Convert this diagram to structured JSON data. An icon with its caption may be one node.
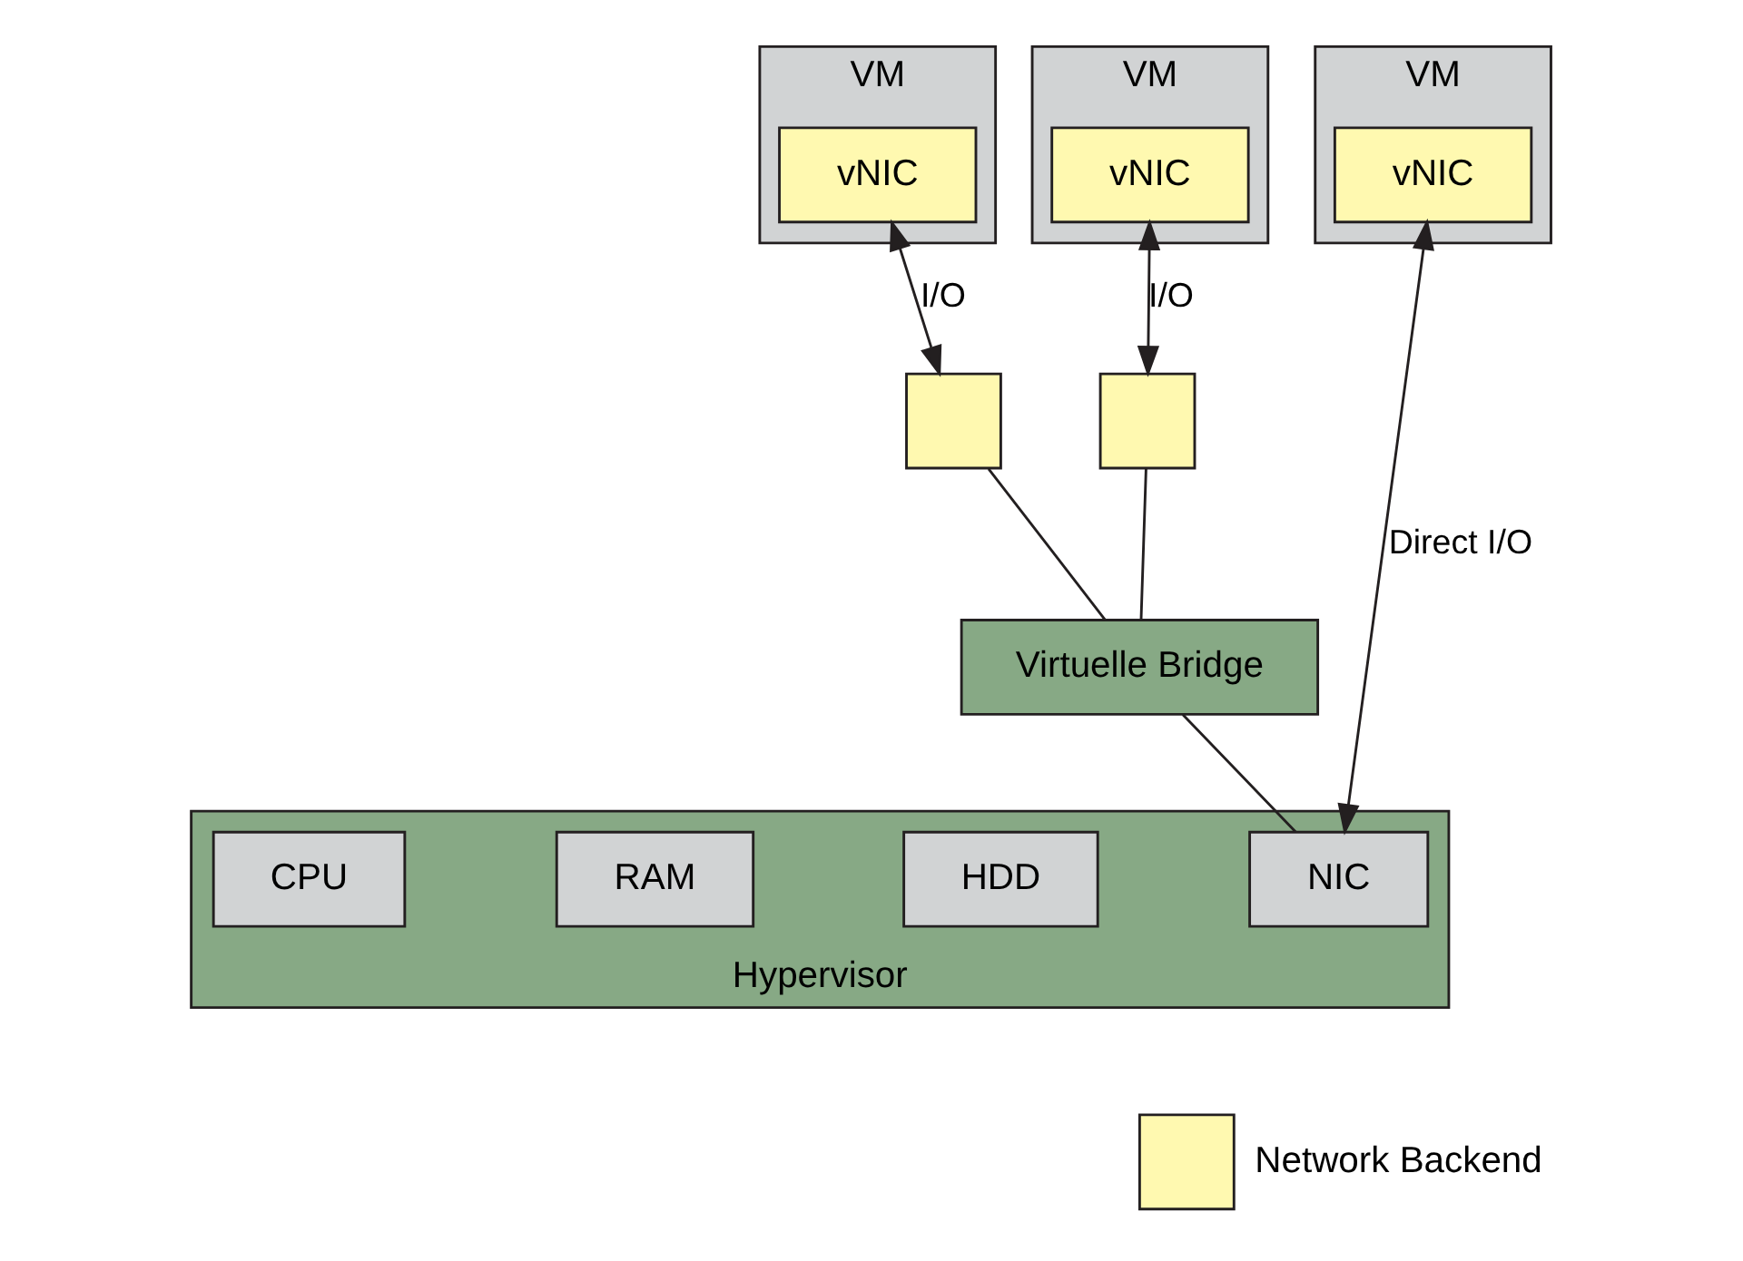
{
  "diagram": {
    "nodes": [
      {
        "text": [
          "VM"
        ]
      },
      {
        "text": [
          "vNIC"
        ],
        "in": 0
      },
      {
        "text": [
          "VM"
        ]
      },
      {
        "text": [
          "vNIC"
        ],
        "in": 2
      },
      {
        "text": [
          "VM"
        ]
      },
      {
        "text": [
          "vNIC"
        ],
        "in": 4
      },
      {
        "text": [],
        "shape": "box"
      },
      {
        "text": [],
        "shape": "box"
      },
      {
        "text": [
          "Virtuelle Bridge"
        ]
      },
      {
        "text": [
          "Hypervisor"
        ]
      },
      {
        "text": [
          "CPU"
        ],
        "in": 9
      },
      {
        "text": [
          "RAM"
        ],
        "in": 9
      },
      {
        "text": [
          "HDD"
        ],
        "in": 9
      },
      {
        "text": [
          "NIC"
        ],
        "in": 9
      }
    ],
    "edges": [
      {
        "from": 1,
        "to": 6,
        "arrow": "both",
        "label": "I/O"
      },
      {
        "from": 3,
        "to": 7,
        "arrow": "both",
        "label": "I/O"
      },
      {
        "from": 6,
        "to": 8,
        "arrow": "none"
      },
      {
        "from": 7,
        "to": 8,
        "arrow": "none"
      },
      {
        "from": 8,
        "to": 13,
        "arrow": "none"
      },
      {
        "from": 5,
        "to": 13,
        "arrow": "both",
        "label": "Direct I/O"
      }
    ],
    "legend": [
      {
        "text": "Network Backend",
        "color": "#fff9b0"
      }
    ]
  }
}
